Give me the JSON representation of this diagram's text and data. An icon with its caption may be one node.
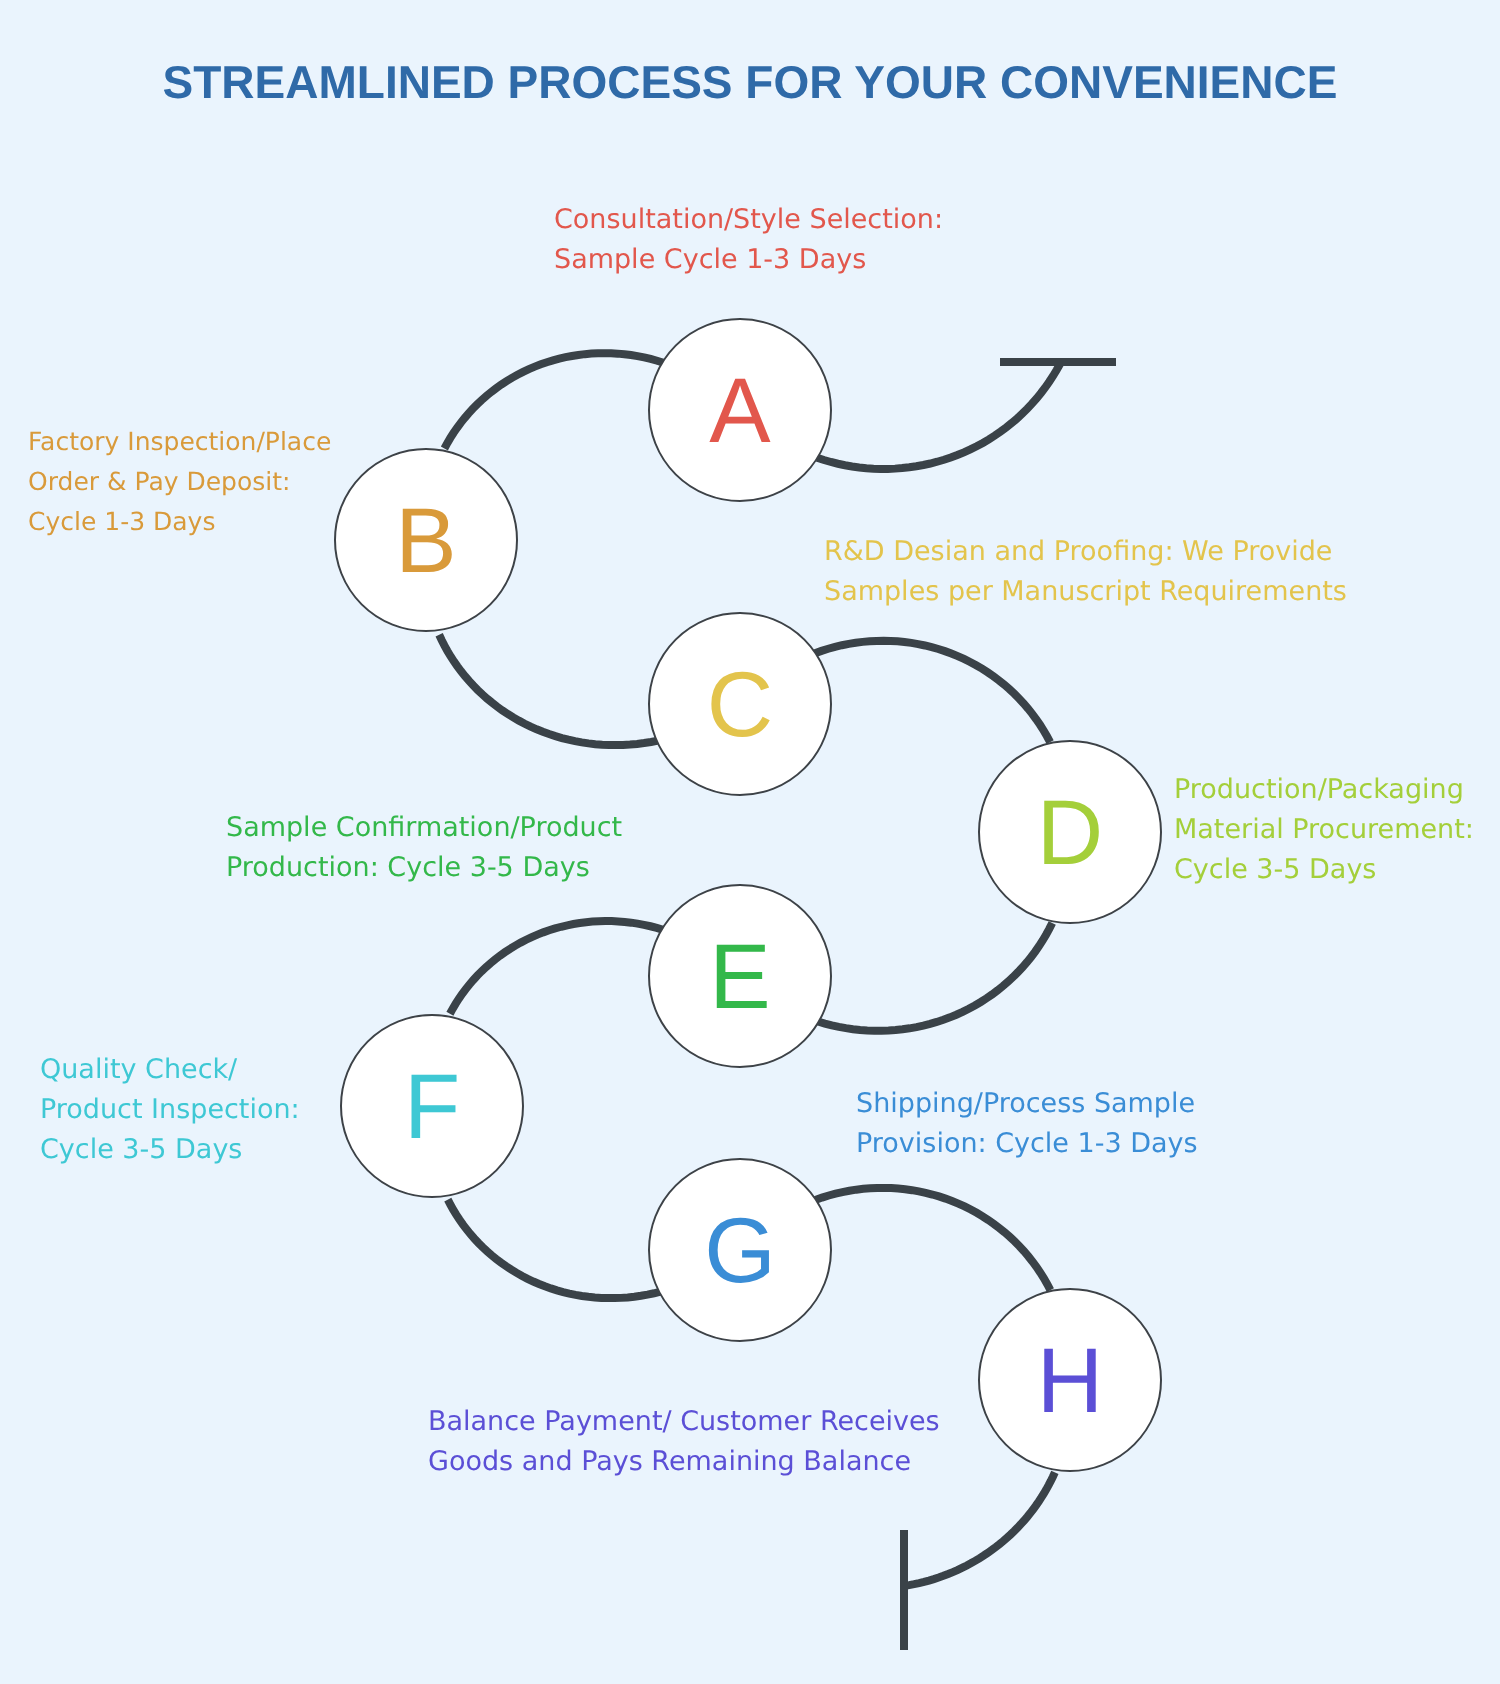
{
  "diagram": {
    "title": "STREAMLINED PROCESS FOR YOUR CONVENIENCE",
    "nodes": [
      {
        "text": [
          "A"
        ],
        "beside": [
          "Consultation/Style Selection: Sample Cycle 1-3 Days"
        ]
      },
      {
        "text": [
          "B"
        ],
        "beside": [
          "Factory Inspection/Place Order & Pay Deposit: Cycle 1-3 Days"
        ]
      },
      {
        "text": [
          "C"
        ],
        "beside": [
          "R&D Desian and Proofing: We Provide Samples per Manuscript Requirements"
        ]
      },
      {
        "text": [
          "D"
        ],
        "beside": [
          "Production/Packaging Material Procurement: Cycle 3-5 Days"
        ]
      },
      {
        "text": [
          "E"
        ],
        "beside": [
          "Sample Confirmation/Product Production: Cycle 3-5 Days"
        ]
      },
      {
        "text": [
          "F"
        ],
        "beside": [
          "Quality Check/ Product Inspection: Cycle 3-5 Days"
        ]
      },
      {
        "text": [
          "G"
        ],
        "beside": [
          "Shipping/Process Sample Provision: Cycle 1-3 Days"
        ]
      },
      {
        "text": [
          "H"
        ],
        "beside": [
          "Balance Payment/ Customer Receives Goods and Pays Remaining Balance"
        ]
      }
    ],
    "edges": [
      {
        "from": null,
        "to": 0,
        "arrow": "none"
      },
      {
        "from": 0,
        "to": 1,
        "arrow": "none"
      },
      {
        "from": 1,
        "to": 2,
        "arrow": "none"
      },
      {
        "from": 2,
        "to": 3,
        "arrow": "none"
      },
      {
        "from": 3,
        "to": 4,
        "arrow": "none"
      },
      {
        "from": 4,
        "to": 5,
        "arrow": "none"
      },
      {
        "from": 5,
        "to": 6,
        "arrow": "none"
      },
      {
        "from": 6,
        "to": 7,
        "arrow": "none"
      },
      {
        "from": 7,
        "to": null,
        "arrow": "none"
      }
    ]
  }
}
